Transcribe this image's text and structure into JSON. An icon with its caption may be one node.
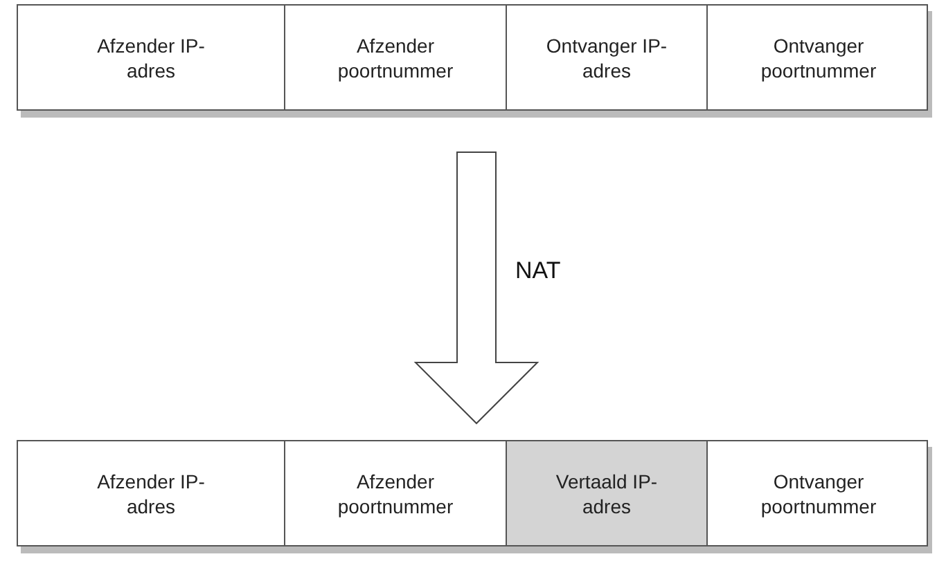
{
  "diagram": {
    "nodes": [
      {
        "text": [],
        "shape": "bar"
      },
      {
        "text": [
          "Afzender IP-adres"
        ],
        "in": 0
      },
      {
        "text": [
          "Afzender poortnummer"
        ],
        "in": 0
      },
      {
        "text": [
          "Ontvanger IP-adres"
        ],
        "in": 0
      },
      {
        "text": [
          "Ontvanger poortnummer"
        ],
        "in": 0
      },
      {
        "text": [],
        "shape": "bar"
      },
      {
        "text": [
          "Afzender IP-adres"
        ],
        "in": 5
      },
      {
        "text": [
          "Afzender poortnummer"
        ],
        "in": 5
      },
      {
        "text": [
          "Vertaald IP-adres"
        ],
        "in": 5
      },
      {
        "text": [
          "Ontvanger poortnummer"
        ],
        "in": 5
      }
    ],
    "edges": [
      {
        "from": 0,
        "to": 5,
        "arrow": "to",
        "label": "NAT"
      }
    ]
  }
}
